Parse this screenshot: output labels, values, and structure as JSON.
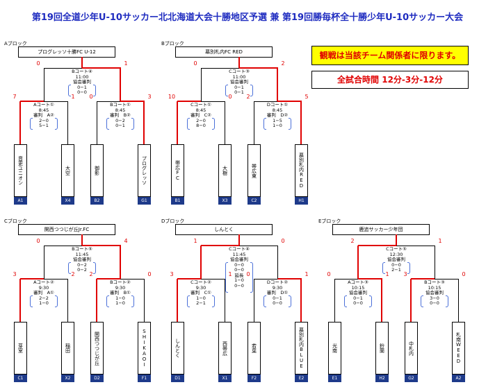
{
  "title": "第19回全道少年U-10サッカー北北海道大会十勝地区予選 兼 第19回勝毎杯全十勝少年U-10サッカー大会",
  "notices": {
    "spectators": "観戦は当該チーム関係者に限ります。",
    "match_time": "全試合時間 12分-3分-12分"
  },
  "blocks": [
    {
      "label": "Aブロック",
      "winner": "プログレッソ十勝FC U-12",
      "final": {
        "court": "Bコート④",
        "time": "11:00",
        "ref": "協会審判",
        "half1": "0−1",
        "half2": "0−0",
        "extra": "",
        "l": "0",
        "r": "1"
      },
      "semis": [
        {
          "court": "Aコート①",
          "time": "8:45",
          "ref": "審判　A②",
          "half1": "2−0",
          "half2": "5−1",
          "extra": "",
          "l": "7",
          "r": "1"
        },
        {
          "court": "Bコート①",
          "time": "8:45",
          "ref": "審判　B②",
          "half1": "0−2",
          "half2": "0−1",
          "extra": "",
          "l": "0",
          "r": "3"
        }
      ],
      "teams": [
        {
          "name": "音更ユニオン",
          "seed": "A1"
        },
        {
          "name": "大空",
          "seed": "X4"
        },
        {
          "name": "御影",
          "seed": "B2"
        },
        {
          "name": "プログレッソ",
          "seed": "G1"
        }
      ]
    },
    {
      "label": "Bブロック",
      "winner": "幕別札内FC RED",
      "final": {
        "court": "Cコート③",
        "time": "11:00",
        "ref": "協会審判",
        "half1": "0−1",
        "half2": "0−1",
        "extra": "",
        "l": "0",
        "r": "2"
      },
      "semis": [
        {
          "court": "Cコート①",
          "time": "8:45",
          "ref": "審判　C②",
          "half1": "2−0",
          "half2": "8−0",
          "extra": "",
          "l": "10",
          "r": "0"
        },
        {
          "court": "Dコート①",
          "time": "8:45",
          "ref": "審判　D②",
          "half1": "1−5",
          "half2": "1−0",
          "extra": "",
          "l": "2",
          "r": "5"
        }
      ],
      "teams": [
        {
          "name": "帯広FC",
          "seed": "B1"
        },
        {
          "name": "大樹",
          "seed": "X3"
        },
        {
          "name": "帯広東",
          "seed": "C2"
        },
        {
          "name": "幕別札内RED",
          "seed": "H1"
        }
      ]
    },
    {
      "label": "Cブロック",
      "winner": "開西つつじが丘Jr.FC",
      "final": {
        "court": "Bコート⑤",
        "time": "11:45",
        "ref": "協会審判",
        "half1": "0−2",
        "half2": "0−2",
        "extra": "",
        "l": "0",
        "r": "4"
      },
      "semis": [
        {
          "court": "Aコート②",
          "time": "9:30",
          "ref": "審判　A①",
          "half1": "2−2",
          "half2": "1−0",
          "extra": "",
          "l": "3",
          "r": "2"
        },
        {
          "court": "Bコート②",
          "time": "9:30",
          "ref": "審判　B①",
          "half1": "1−0",
          "half2": "1−0",
          "extra": "",
          "l": "2",
          "r": "0"
        }
      ],
      "teams": [
        {
          "name": "芽室",
          "seed": "C1"
        },
        {
          "name": "稲田",
          "seed": "X2"
        },
        {
          "name": "開西つつじが丘",
          "seed": "D2"
        },
        {
          "name": "SHIKAOI",
          "seed": "F1"
        }
      ]
    },
    {
      "label": "Dブロック",
      "winner": "しんとく",
      "final": {
        "court": "Cコート④",
        "time": "11:45",
        "ref": "協会審判",
        "half1": "0−0",
        "half2": "0−0",
        "extra": "延長\n1−0\n0−0",
        "l": "1",
        "r": "0"
      },
      "semis": [
        {
          "court": "Cコート②",
          "time": "9:30",
          "ref": "審判　C①",
          "half1": "1−0",
          "half2": "2−1",
          "extra": "",
          "l": "3",
          "r": "1"
        },
        {
          "court": "Dコート②",
          "time": "9:30",
          "ref": "審判　D①",
          "half1": "0−1",
          "half2": "0−0",
          "extra": "",
          "l": "0",
          "r": "1"
        }
      ],
      "teams": [
        {
          "name": "しんとく",
          "seed": "D1"
        },
        {
          "name": "西帯広",
          "seed": "X1"
        },
        {
          "name": "若葉",
          "seed": "F2"
        },
        {
          "name": "幕別札内BLUE",
          "seed": "E2"
        }
      ]
    },
    {
      "label": "Eブロック",
      "winner": "鹿追サッカー少年団",
      "final": {
        "court": "Cコート⑤",
        "time": "12:30",
        "ref": "協会審判",
        "half1": "0−0",
        "half2": "2−1",
        "extra": "",
        "l": "2",
        "r": "1"
      },
      "semis": [
        {
          "court": "Aコート③",
          "time": "10:15",
          "ref": "協会審判",
          "half1": "0−1",
          "half2": "0−0",
          "extra": "",
          "l": "0",
          "r": "1"
        },
        {
          "court": "Bコート③",
          "time": "10:15",
          "ref": "協会審判",
          "half1": "3−0",
          "half2": "0−0",
          "extra": "",
          "l": "3",
          "r": "0"
        }
      ],
      "teams": [
        {
          "name": "光南",
          "seed": "E1"
        },
        {
          "name": "鈴蘭",
          "seed": "H2"
        },
        {
          "name": "中札内",
          "seed": "G2"
        },
        {
          "name": "札南WEED",
          "seed": "A2"
        }
      ]
    }
  ]
}
